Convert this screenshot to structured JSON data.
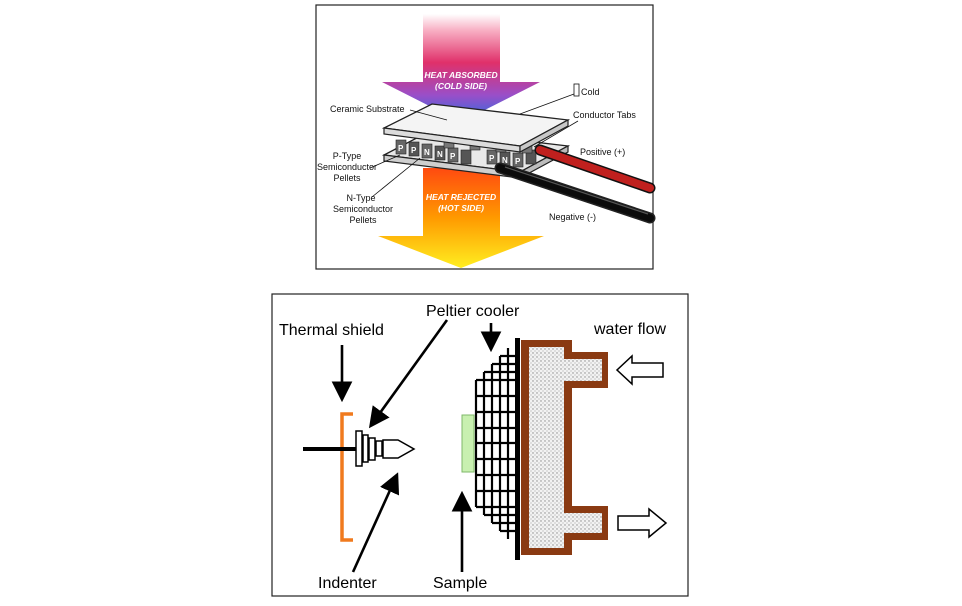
{
  "top_panel": {
    "heat_absorbed": [
      "HEAT ABSORBED",
      "(COLD SIDE)"
    ],
    "heat_rejected": [
      "HEAT REJECTED",
      "(HOT SIDE)"
    ],
    "ceramic_substrate": "Ceramic Substrate",
    "cold": "Cold",
    "conductor_tabs": "Conductor Tabs",
    "positive": "Positive (+)",
    "negative": "Negative (-)",
    "p_type": [
      "P-Type",
      "Semiconductor",
      "Pellets"
    ],
    "n_type": [
      "N-Type",
      "Semiconductor",
      "Pellets"
    ],
    "pellet_p": "P",
    "pellet_n": "N"
  },
  "bottom_panel": {
    "peltier_cooler": "Peltier cooler",
    "thermal_shield": "Thermal shield",
    "water_flow": "water flow",
    "indenter": "Indenter",
    "sample": "Sample"
  },
  "colors": {
    "heat_top": "#e0306a",
    "heat_cold": "#2a6ee0",
    "heat_hot_top": "#ff6a00",
    "heat_hot_bottom": "#ffe800",
    "shield": "#f07a1e",
    "sample": "#c8f0b0",
    "water_jacket": "#8a3a12",
    "wire_positive": "#c0201e",
    "wire_negative": "#111111"
  }
}
